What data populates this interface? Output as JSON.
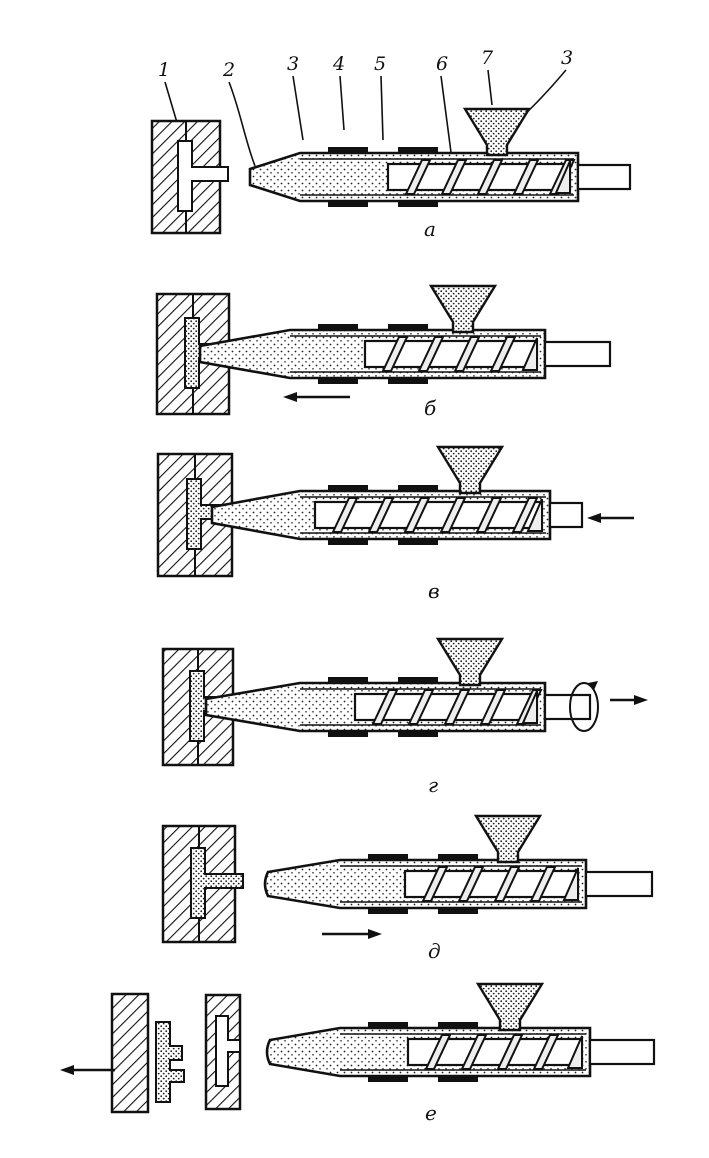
{
  "colors": {
    "ink": "#111111",
    "paper": "#ffffff",
    "granule": "#222222"
  },
  "callouts": [
    "1",
    "2",
    "3",
    "4",
    "5",
    "6",
    "7",
    "3"
  ],
  "stages": [
    {
      "label": "а",
      "mold": "closed",
      "screw": "idle"
    },
    {
      "label": "б",
      "mold": "closed-contact",
      "screw": "barrel-moves-left"
    },
    {
      "label": "в",
      "mold": "closed-injecting",
      "screw": "pushed-forward"
    },
    {
      "label": "г",
      "mold": "closed-hold",
      "screw": "rotating-retracting"
    },
    {
      "label": "д",
      "mold": "closed",
      "screw": "barrel-moves-right"
    },
    {
      "label": "е",
      "mold": "open-ejecting",
      "screw": "idle"
    }
  ]
}
